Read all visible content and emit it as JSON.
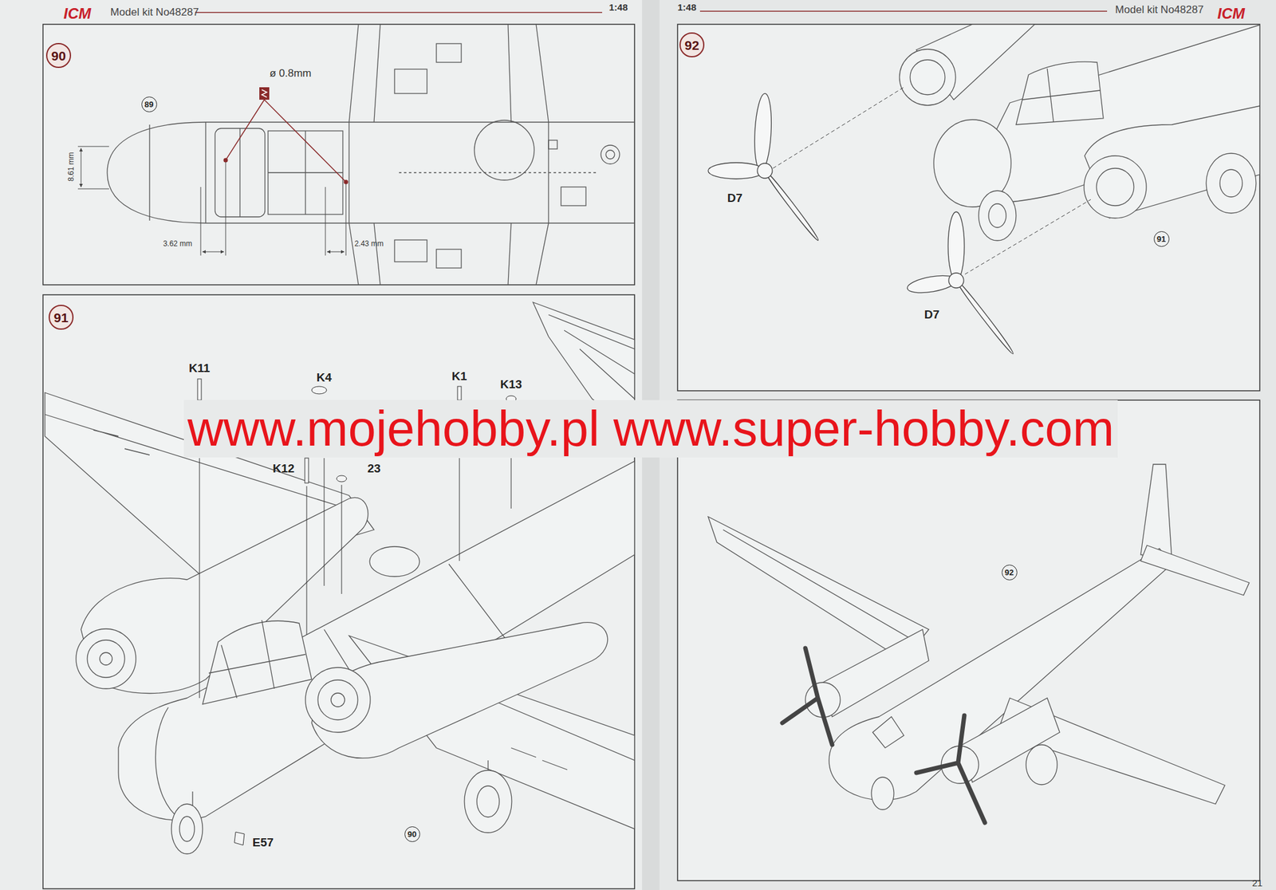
{
  "diagram": {
    "nodes": [
      {
        "text": [
          "90"
        ]
      },
      {
        "text": [
          "89"
        ]
      },
      {
        "text": [
          "91"
        ]
      },
      {
        "text": [
          "90"
        ]
      },
      {
        "text": [
          "92"
        ]
      },
      {
        "text": [
          "91"
        ]
      },
      {
        "text": [
          "92"
        ]
      }
    ],
    "labels": [
      "ICM",
      "Model kit No48287",
      "1:48",
      "1:48",
      "Model kit No48287",
      "ICM",
      "ø 0.8mm",
      "8.61 mm",
      "3.62 mm",
      "2.43 mm",
      "K11",
      "K4",
      "K13",
      "K12",
      "K1",
      "23",
      "E57",
      "D7",
      "D7",
      "www.mojehobby.pl www.super-hobby.com",
      "21"
    ]
  }
}
